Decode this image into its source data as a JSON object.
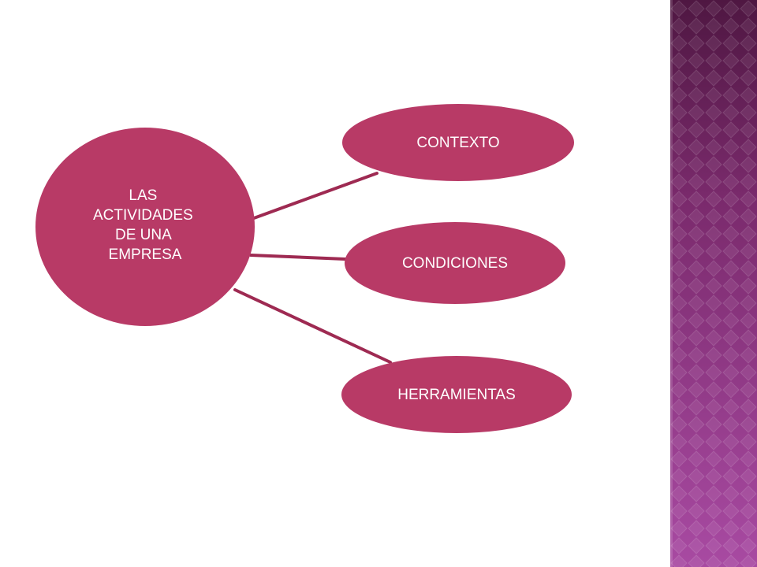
{
  "diagram": {
    "central": {
      "lines": [
        "LAS",
        "ACTIVIDADES",
        "DE UNA",
        "EMPRESA"
      ]
    },
    "branches": [
      {
        "label": "CONTEXTO"
      },
      {
        "label": "CONDICIONES"
      },
      {
        "label": "HERRAMIENTAS"
      }
    ],
    "colors": {
      "node_fill": "#b83a66",
      "connector": "#9e2a52",
      "band_light": "#a84aa2",
      "band_dark": "#4f1742",
      "node_text": "#ffffff"
    }
  }
}
